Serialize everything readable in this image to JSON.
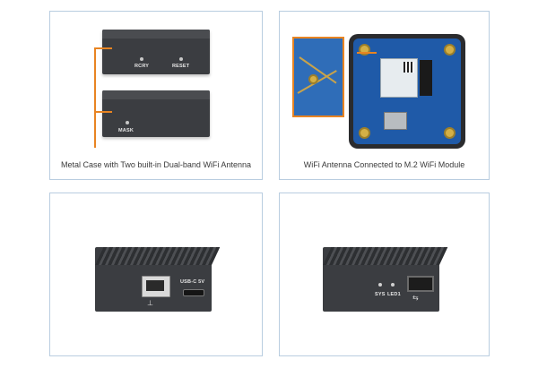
{
  "panels": [
    {
      "caption": "Metal Case with Two built-in Dual-band WiFi Antenna",
      "labels": {
        "rcry": "RCRY",
        "reset": "RESET",
        "mask": "MASK"
      }
    },
    {
      "caption": "WiFi Antenna Connected to M.2 WiFi Module"
    },
    {
      "caption": "",
      "labels": {
        "usb_c": "USB-C 5V"
      }
    },
    {
      "caption": "",
      "labels": {
        "sys": "SYS",
        "led1": "LED1"
      }
    }
  ],
  "colors": {
    "panel_border": "#b9cde0",
    "highlight": "#e88422",
    "case": "#3b3d41",
    "pcb": "#1f5aa8"
  }
}
